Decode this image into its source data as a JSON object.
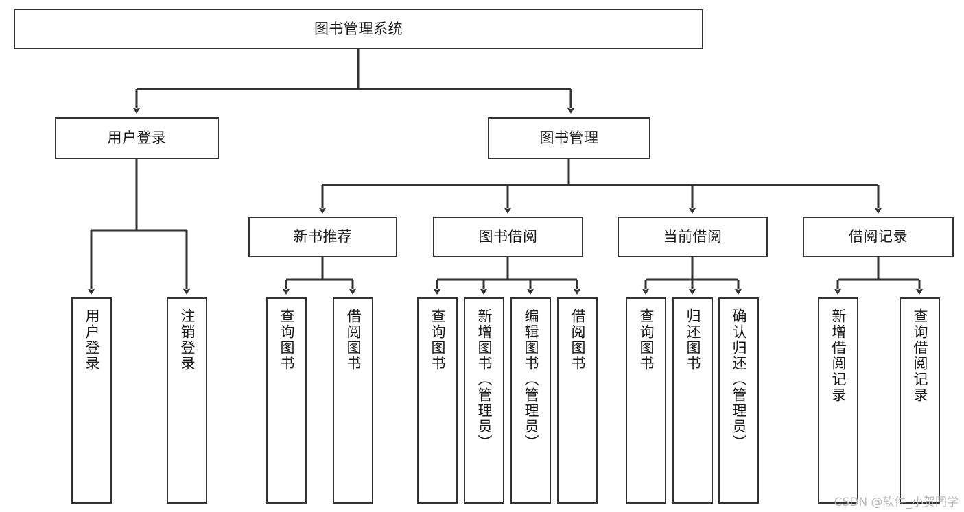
{
  "diagram": {
    "title": "图书管理系统",
    "type": "tree-flowchart",
    "watermark": "CSDN @软件_小贺同学",
    "colors": {
      "node_border": "#333333",
      "node_fill": "#ffffff",
      "connector": "#333333",
      "text": "#1a1a1a",
      "watermark": "#b9b9b9"
    }
  },
  "nodes": {
    "root": {
      "label": "图书管理系统"
    },
    "level2": [
      {
        "id": "user-login",
        "label": "用户登录"
      },
      {
        "id": "book-manage",
        "label": "图书管理"
      }
    ],
    "level3": [
      {
        "id": "new-book-recommend",
        "label": "新书推荐"
      },
      {
        "id": "book-borrow",
        "label": "图书借阅"
      },
      {
        "id": "current-borrow",
        "label": "当前借阅"
      },
      {
        "id": "borrow-record",
        "label": "借阅记录"
      }
    ],
    "leaves": {
      "user-login": [
        {
          "id": "leaf-user-login",
          "label": "用户登录"
        },
        {
          "id": "leaf-logout",
          "label": "注销登录"
        }
      ],
      "new-book-recommend": [
        {
          "id": "leaf-query-book-1",
          "label": "查询图书"
        },
        {
          "id": "leaf-borrow-book-1",
          "label": "借阅图书"
        }
      ],
      "book-borrow": [
        {
          "id": "leaf-query-book-2",
          "label": "查询图书"
        },
        {
          "id": "leaf-add-book",
          "label": "新增图书（管理员）"
        },
        {
          "id": "leaf-edit-book",
          "label": "编辑图书（管理员）"
        },
        {
          "id": "leaf-borrow-book-2",
          "label": "借阅图书"
        }
      ],
      "current-borrow": [
        {
          "id": "leaf-query-book-3",
          "label": "查询图书"
        },
        {
          "id": "leaf-return-book",
          "label": "归还图书"
        },
        {
          "id": "leaf-confirm-return",
          "label": "确认归还（管理员）"
        }
      ],
      "borrow-record": [
        {
          "id": "leaf-add-record",
          "label": "新增借阅记录"
        },
        {
          "id": "leaf-query-record",
          "label": "查询借阅记录"
        }
      ]
    }
  }
}
